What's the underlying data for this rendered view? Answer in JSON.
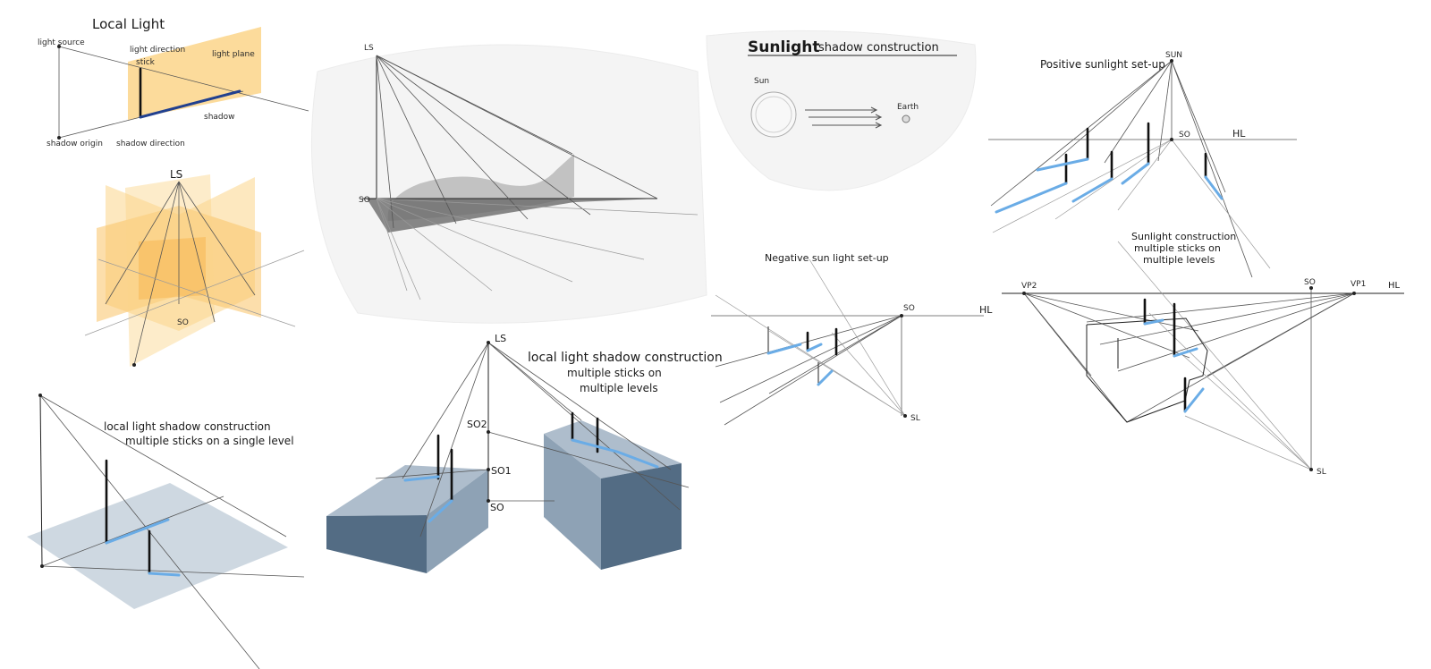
{
  "colors": {
    "light_plane": "#fbd58a",
    "light_plane_deep": "#f8b640",
    "shadow_blue": "#6aace6",
    "shadow_navy": "#21408f",
    "box_top": "#aebdcc",
    "box_side_light": "#8ea2b5",
    "box_side_dark": "#536c84",
    "ground_plane": "#c9d4de",
    "grey_form": "#8c8c8c"
  },
  "local_light": {
    "title": "Local Light",
    "light_source": "light source",
    "light_direction": "light direction",
    "stick": "stick",
    "light_plane": "light plane",
    "shadow": "shadow",
    "shadow_origin": "shadow origin",
    "shadow_direction": "shadow direction"
  },
  "planes_fan": {
    "ls": "LS",
    "so": "SO"
  },
  "curved_form": {
    "ls": "LS",
    "so": "SO"
  },
  "single_level": {
    "title_line1": "local light shadow construction",
    "title_line2": "multiple sticks on a single level"
  },
  "multi_level": {
    "title_line1": "local light shadow construction",
    "title_line2": "multiple sticks on",
    "title_line3": "multiple levels",
    "ls": "LS",
    "so2": "SO2",
    "so1": "SO1",
    "so": "SO"
  },
  "sunlight": {
    "title_bold": "Sunlight",
    "title_rest": "shadow construction",
    "sun": "Sun",
    "earth": "Earth"
  },
  "positive": {
    "title": "Positive sunlight set-up",
    "sun": "SUN",
    "so": "SO",
    "hl": "HL"
  },
  "negative": {
    "title": "Negative sun light set-up",
    "so": "SO",
    "hl": "HL",
    "sl": "SL"
  },
  "multi_sun": {
    "title_line1": "Sunlight construction",
    "title_line2": "multiple sticks on",
    "title_line3": "multiple levels",
    "vp2": "VP2",
    "so": "SO",
    "vp1": "VP1",
    "hl": "HL",
    "sl": "SL"
  }
}
